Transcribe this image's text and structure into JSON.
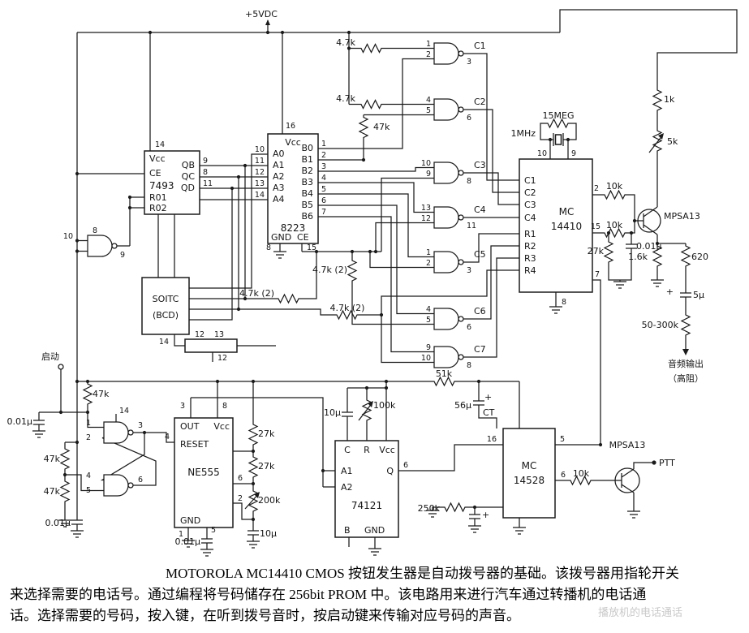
{
  "power": {
    "vdc": "+5VDC"
  },
  "controls": {
    "start": "启动",
    "ptt": "PTT",
    "audio_out_1": "音频输出",
    "audio_out_2": "（高阻）"
  },
  "pins": {
    "1": "1",
    "2": "2",
    "3": "3",
    "4": "4",
    "5": "5",
    "6": "6",
    "7": "7",
    "8": "8",
    "9": "9",
    "10": "10",
    "11": "11",
    "12": "12",
    "13": "13",
    "14": "14",
    "15": "15",
    "16": "16"
  },
  "values": {
    "r4k7": "4.7k",
    "r4k7x2": "4.7k (2)",
    "r47k": "47k",
    "r1k": "1k",
    "r5k": "5k",
    "r10k": "10k",
    "r27k": "27k",
    "r51k": "51k",
    "r56u": "56μ",
    "r100k": "100k",
    "r200k": "200k",
    "r250k": "250k",
    "r620": "620",
    "r1k6": "1.6k",
    "r15meg": "15MEG",
    "xtal": "1MHz",
    "r50_300k": "50-300k",
    "c001u": "0.01μ",
    "c10u": "10μ",
    "c5u": "5μ",
    "q_top": "MPSA13",
    "q_bottom": "MPSA13",
    "ct": "CT",
    "plus": "+"
  },
  "ics": {
    "u7493": {
      "part": "7493",
      "vcc": "Vcc",
      "ce": "CE",
      "qb": "QB",
      "qc": "QC",
      "qd": "QD",
      "r01": "R01",
      "r02": "R02"
    },
    "u8223": {
      "part": "8223",
      "vcc": "Vcc",
      "gnd": "GND",
      "ce": "CE",
      "a0": "A0",
      "a1": "A1",
      "a2": "A2",
      "a3": "A3",
      "a4": "A4",
      "b0": "B0",
      "b1": "B1",
      "b2": "B2",
      "b3": "B3",
      "b4": "B4",
      "b5": "B5",
      "b6": "B6"
    },
    "uSoitc": {
      "line1": "SOITC",
      "line2": "(BCD)"
    },
    "u14410": {
      "part1": "MC",
      "part2": "14410",
      "c1": "C1",
      "c2": "C2",
      "c3": "C3",
      "c4": "C4",
      "r1": "R1",
      "r2": "R2",
      "r3": "R3",
      "r4": "R4"
    },
    "u555": {
      "part": "NE555",
      "out": "OUT",
      "vcc": "Vcc",
      "reset": "RESET",
      "gnd": "GND"
    },
    "u74121": {
      "part": "74121",
      "c": "C",
      "r": "R",
      "vcc": "Vcc",
      "a1": "A1",
      "a2": "A2",
      "q": "Q",
      "b": "B",
      "gnd": "GND"
    },
    "u14528": {
      "part1": "MC",
      "part2": "14528"
    }
  },
  "gates": {
    "c1": "C1",
    "c2": "C2",
    "c3": "C3",
    "c4": "C4",
    "c5": "C5",
    "c6": "C6",
    "c7": "C7"
  },
  "caption": {
    "line1": "MOTOROLA MC14410 CMOS 按钮发生器是自动拨号器的基础。该拨号器用指轮开关",
    "line2": "来选择需要的电话号。通过编程将号码储存在 256bit PROM 中。该电路用来进行汽车通过转播机的电话通",
    "line3": "话。选择需要的号码，按入键，在听到拨号音时，按启动键来传输对应号码的声音。"
  },
  "watermark": "播放机的电话通话"
}
